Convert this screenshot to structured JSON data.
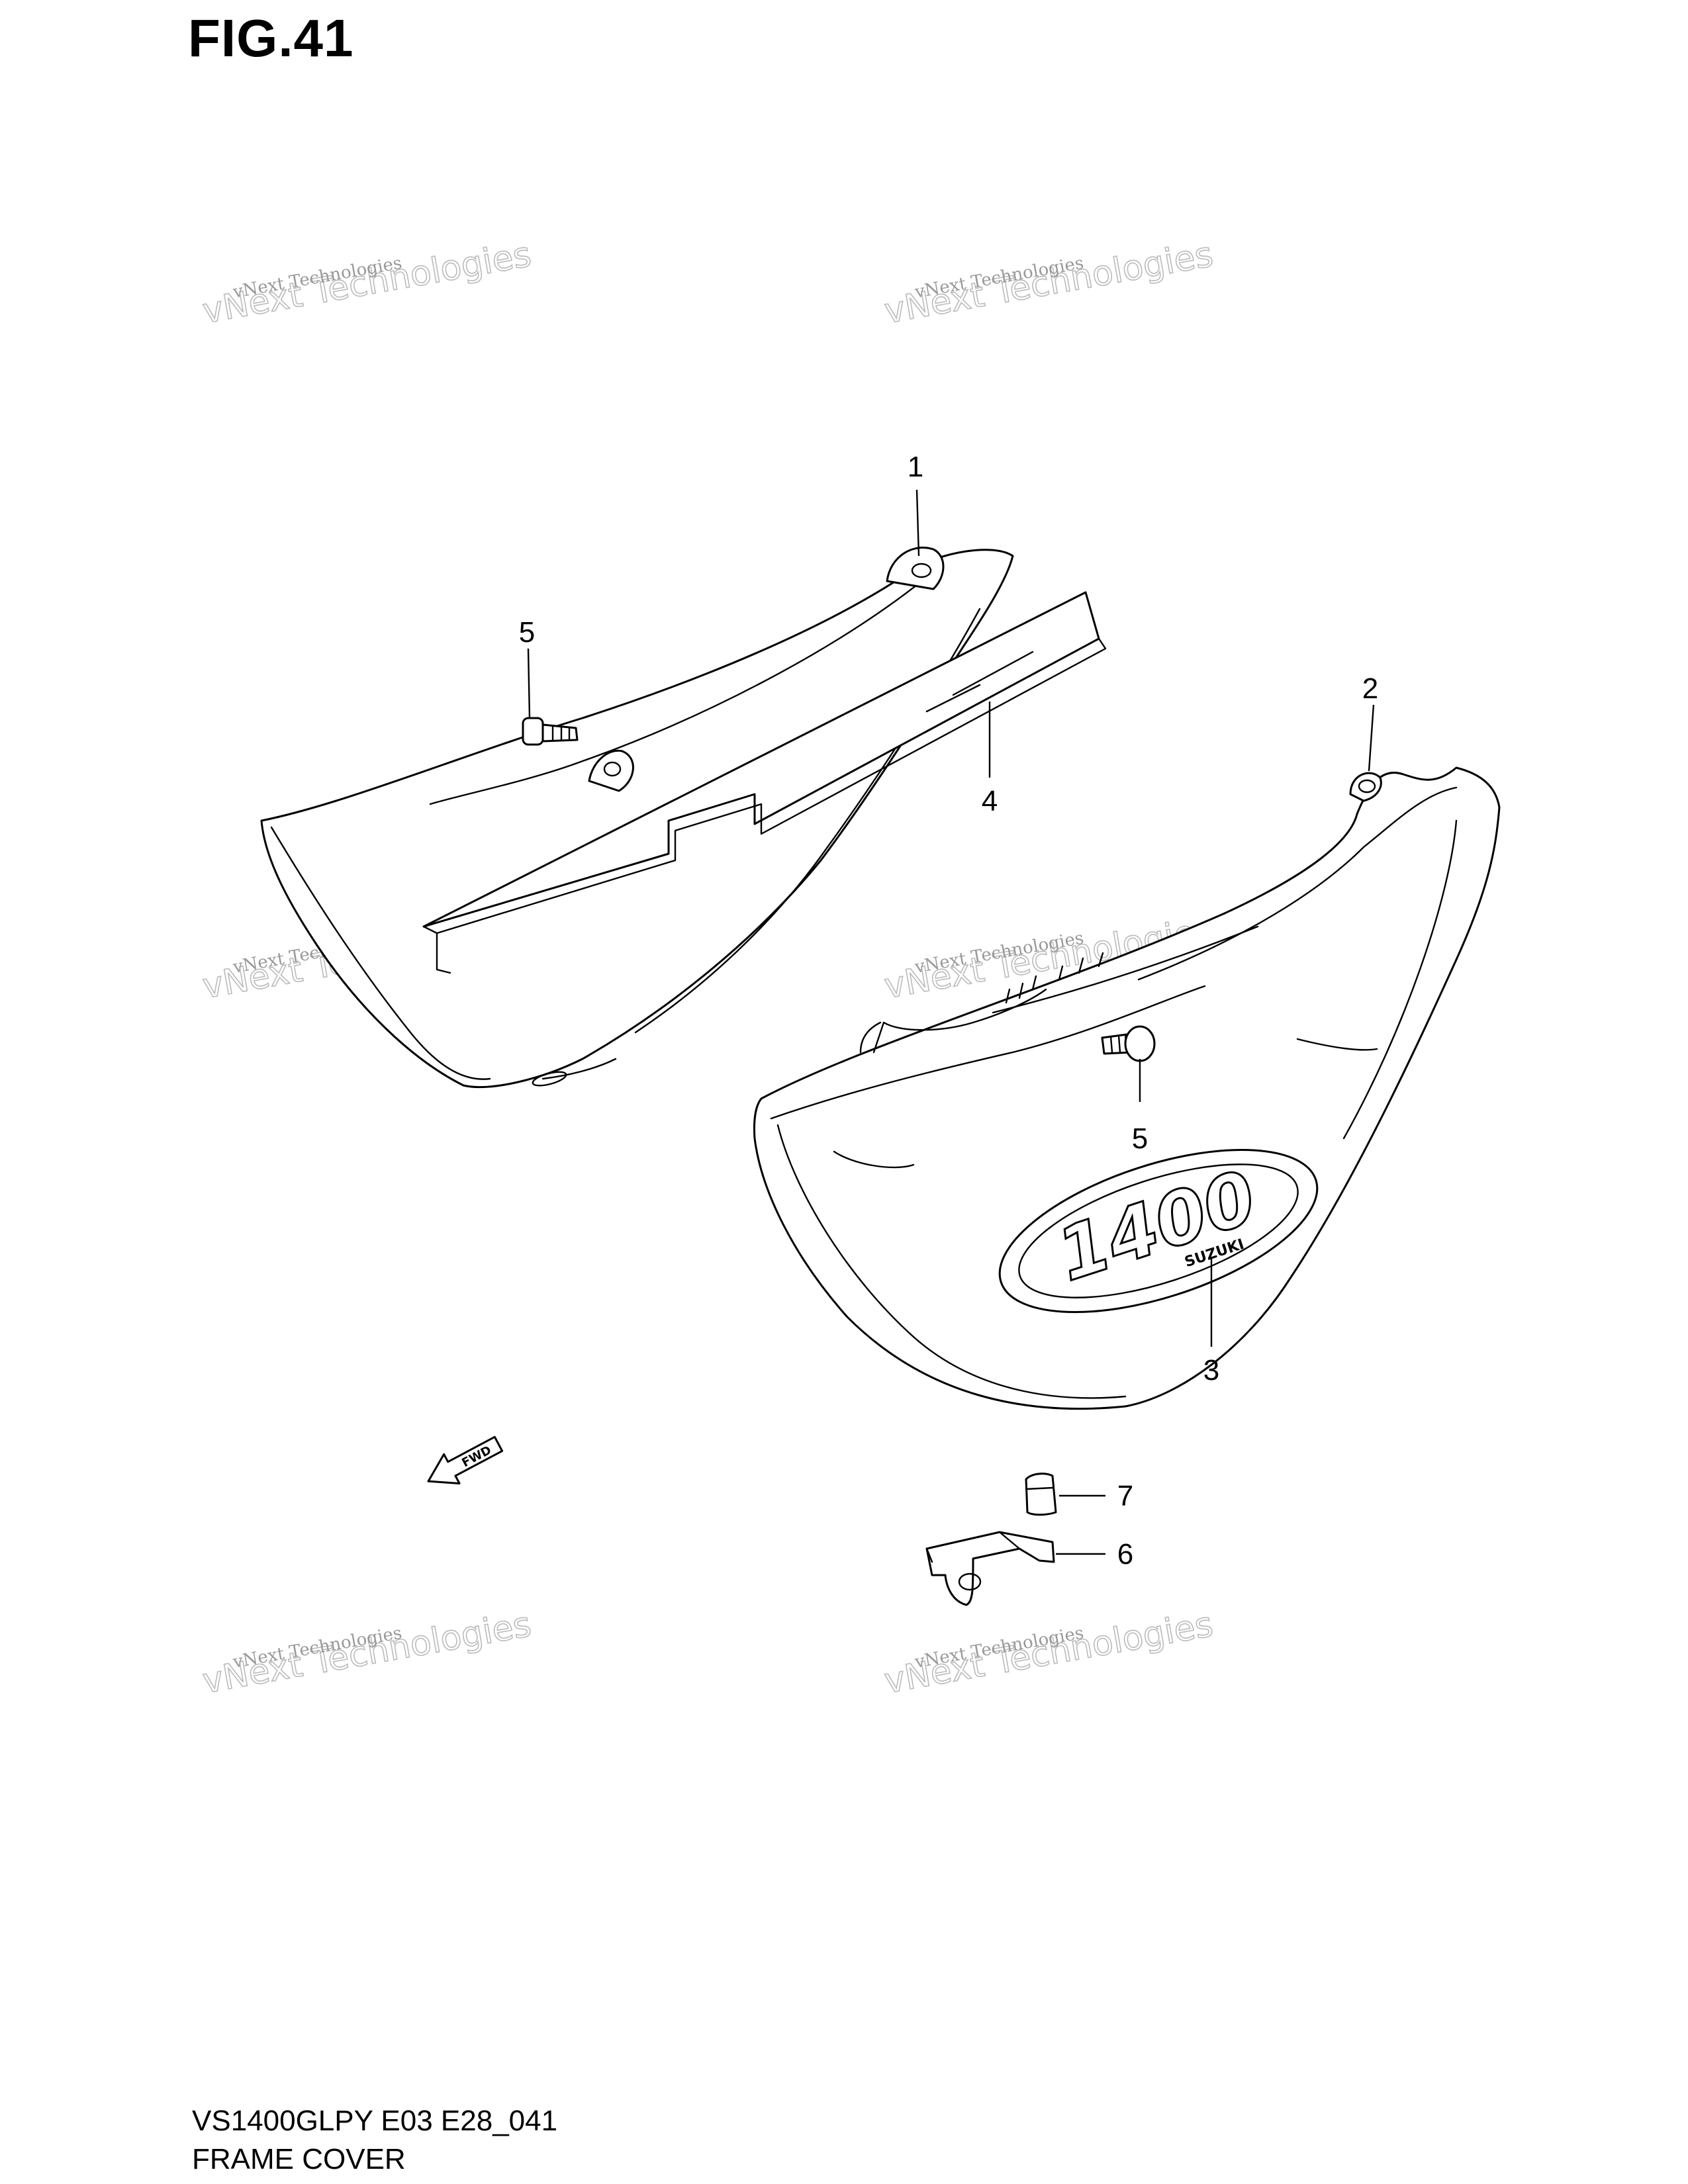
{
  "figure": {
    "title": "FIG.41"
  },
  "footer": {
    "model_code": "VS1400GLPY E03 E28_041",
    "section_name": "FRAME COVER"
  },
  "callouts": [
    "1",
    "2",
    "3",
    "4",
    "5",
    "5",
    "6",
    "7"
  ],
  "emblem": {
    "number": "1400",
    "brand": "SUZUKI"
  },
  "direction_arrow": {
    "label": "FWD"
  },
  "watermark": {
    "line1": "vNext Technologies",
    "line2": "vNext Technologies"
  }
}
